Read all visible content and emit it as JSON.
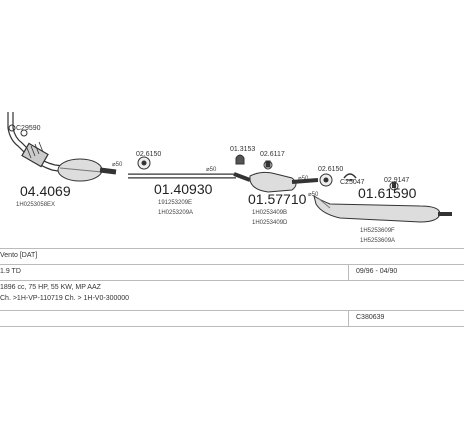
{
  "diagram": {
    "parts": [
      {
        "code": "C29590",
        "big": false
      },
      {
        "code": "04.4069",
        "big": true,
        "sub": [
          "1H0253058EX"
        ]
      },
      {
        "code": "02.6150",
        "big": false
      },
      {
        "code": "01.40930",
        "big": true,
        "sub": [
          "191253209E",
          "1H0253209A"
        ]
      },
      {
        "code": "01.3153",
        "big": false
      },
      {
        "code": "02.6117",
        "big": false
      },
      {
        "code": "01.57710",
        "big": true,
        "sub": [
          "1H0253409B",
          "1H0253409D"
        ]
      },
      {
        "code": "02.6150",
        "big": false
      },
      {
        "code": "C25047",
        "big": false
      },
      {
        "code": "02.9147",
        "big": false
      },
      {
        "code": "01.61590",
        "big": true,
        "sub": [
          "1H5253609F",
          "1H5253609A"
        ]
      }
    ],
    "diameters": [
      "⌀50",
      "⌀50",
      "⌀50",
      "⌀50"
    ]
  },
  "table": {
    "model": "Vento [DAT]",
    "engine": "1.9 TD",
    "years": "09/96 - 04/90",
    "spec": "1896 cc, 75 HP, 55 KW, MP AAZ",
    "chassis": "Ch. >1H-VP-110719 Ch. > 1H-V0-300000",
    "ref": "C380639"
  }
}
